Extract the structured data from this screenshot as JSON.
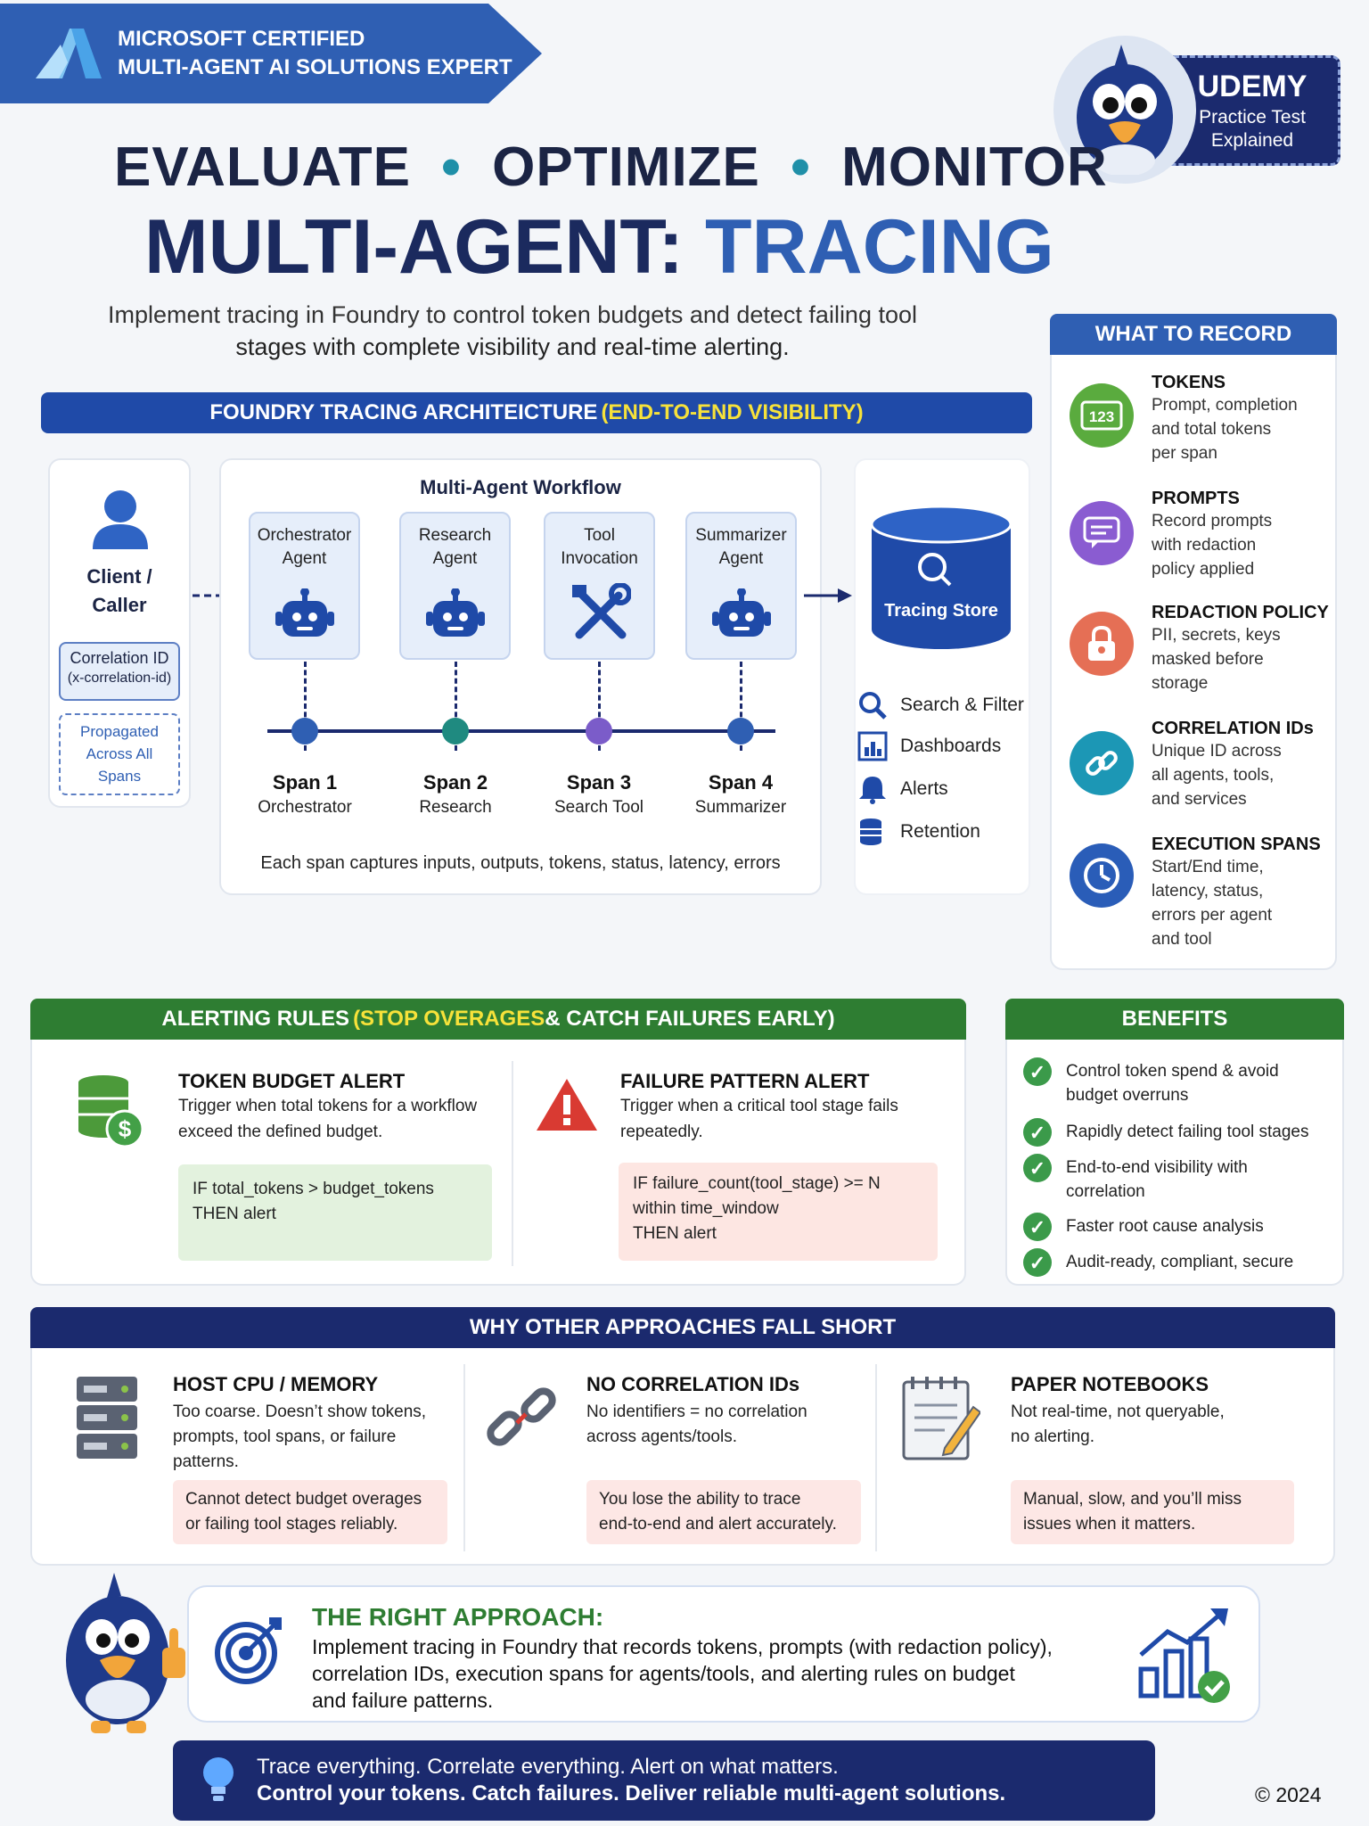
{
  "header": {
    "cert_line1": "MICROSOFT CERTIFIED",
    "cert_line2": "MULTI-AGENT AI SOLUTIONS EXPERT",
    "headline1_a": "EVALUATE",
    "headline1_b": "OPTIMIZE",
    "headline1_c": "MONITOR",
    "headline2_a": "MULTI-AGENT:",
    "headline2_b": "TRACING",
    "subtitle1": "Implement tracing in Foundry to control token budgets and detect failing tool",
    "subtitle2": "stages with complete visibility and real-time alerting."
  },
  "badge": {
    "title": "UDEMY",
    "line1": "Practice Test",
    "line2": "Explained"
  },
  "architecture": {
    "title_a": "FOUNDRY TRACING ARCHITEICTURE ",
    "title_b": "(END-TO-END VISIBILITY)",
    "client_line1": "Client /",
    "client_line2": "Caller",
    "corr_line1": "Correlation ID",
    "corr_line2": "(x-correlation-id)",
    "prop_line1": "Propagated",
    "prop_line2": "Across All",
    "prop_line3": "Spans",
    "workflow_title": "Multi-Agent Workflow",
    "agents": [
      {
        "l1": "Orchestrator",
        "l2": "Agent",
        "icon": "robot-icon"
      },
      {
        "l1": "Research",
        "l2": "Agent",
        "icon": "robot-icon"
      },
      {
        "l1": "Tool",
        "l2": "Invocation",
        "icon": "tools-icon"
      },
      {
        "l1": "Summarizer",
        "l2": "Agent",
        "icon": "robot-icon"
      }
    ],
    "spans": [
      {
        "name": "Span 1",
        "sub": "Orchestrator",
        "color": "#2f5fb3"
      },
      {
        "name": "Span 2",
        "sub": "Research",
        "color": "#1f8a80"
      },
      {
        "name": "Span 3",
        "sub": "Search Tool",
        "color": "#7b5cc9"
      },
      {
        "name": "Span 4",
        "sub": "Summarizer",
        "color": "#2f5fb3"
      }
    ],
    "span_caption": "Each span captures inputs, outputs, tokens, status, latency, errors",
    "store_label": "Tracing Store",
    "tools": [
      {
        "label": "Search & Filter",
        "icon": "search-icon"
      },
      {
        "label": "Dashboards",
        "icon": "chart-icon"
      },
      {
        "label": "Alerts",
        "icon": "bell-icon"
      },
      {
        "label": "Retention",
        "icon": "database-icon"
      }
    ]
  },
  "record": {
    "title": "WHAT TO RECORD",
    "items": [
      {
        "title": "TOKENS",
        "desc": [
          "Prompt, completion",
          "and total tokens",
          "per span"
        ],
        "icon": "counter-icon",
        "color": "#5aab3e"
      },
      {
        "title": "PROMPTS",
        "desc": [
          "Record prompts",
          "with redaction",
          "policy applied"
        ],
        "icon": "chat-icon",
        "color": "#8a5cd1"
      },
      {
        "title": "REDACTION POLICY",
        "desc": [
          "PII, secrets, keys",
          "masked before",
          "storage"
        ],
        "icon": "lock-icon",
        "color": "#e56f55"
      },
      {
        "title": "CORRELATION IDs",
        "desc": [
          "Unique ID across",
          "all agents, tools,",
          "and services"
        ],
        "icon": "link-icon",
        "color": "#1c97b5"
      },
      {
        "title": "EXECUTION SPANS",
        "desc": [
          "Start/End time,",
          "latency, status,",
          "errors per agent",
          "and tool"
        ],
        "icon": "clock-icon",
        "color": "#2a5db8"
      }
    ]
  },
  "alerting": {
    "title_a": "ALERTING RULES ",
    "title_b": "(STOP OVERAGES",
    "title_c": " & CATCH FAILURES EARLY)",
    "token": {
      "title": "TOKEN BUDGET ALERT",
      "desc1": "Trigger when total tokens for a workflow",
      "desc2": "exceed the defined budget.",
      "code1": "IF total_tokens > budget_tokens",
      "code2": "THEN alert"
    },
    "failure": {
      "title": "FAILURE PATTERN ALERT",
      "desc1": "Trigger when a critical tool stage fails",
      "desc2": "repeatedly.",
      "code1": "IF failure_count(tool_stage) >= N",
      "code2": "within time_window",
      "code3": "THEN alert"
    }
  },
  "benefits": {
    "title": "BENEFITS",
    "items": [
      [
        "Control token spend & avoid",
        "budget overruns"
      ],
      [
        "Rapidly detect failing tool stages"
      ],
      [
        "End-to-end visibility with",
        "correlation"
      ],
      [
        "Faster root cause analysis"
      ],
      [
        "Audit-ready, compliant, secure"
      ]
    ]
  },
  "why": {
    "title": "WHY OTHER APPROACHES FALL SHORT",
    "cols": [
      {
        "title": "HOST CPU / MEMORY",
        "desc": [
          "Too coarse. Doesn’t show tokens,",
          "prompts, tool spans, or failure",
          "patterns."
        ],
        "note": [
          "Cannot detect budget overages",
          "or failing tool stages reliably."
        ],
        "icon": "server-icon"
      },
      {
        "title": "NO CORRELATION IDs",
        "desc": [
          "No identifiers = no correlation",
          "across agents/tools."
        ],
        "note": [
          "You lose the ability to trace",
          "end-to-end and alert accurately."
        ],
        "icon": "broken-link-icon"
      },
      {
        "title": "PAPER NOTEBOOKS",
        "desc": [
          "Not real-time, not queryable,",
          "no alerting."
        ],
        "note": [
          "Manual, slow, and you’ll miss",
          "issues when it matters."
        ],
        "icon": "notebook-icon"
      }
    ]
  },
  "approach": {
    "title": "THE RIGHT APPROACH:",
    "line1": "Implement tracing in Foundry that records tokens, prompts (with redaction policy),",
    "line2": "correlation IDs, execution spans for agents/tools, and alerting rules on budget",
    "line3": "and failure patterns."
  },
  "footer": {
    "line1": "Trace everything. Correlate everything. Alert on what matters.",
    "line2": "Control your tokens. Catch failures. Deliver reliable multi-agent solutions.",
    "copyright": "© 2024"
  },
  "colors": {
    "navy": "#1b2a6e",
    "blue": "#2f5fb3",
    "green": "#2e7d32",
    "yellow": "#f7e23a"
  }
}
